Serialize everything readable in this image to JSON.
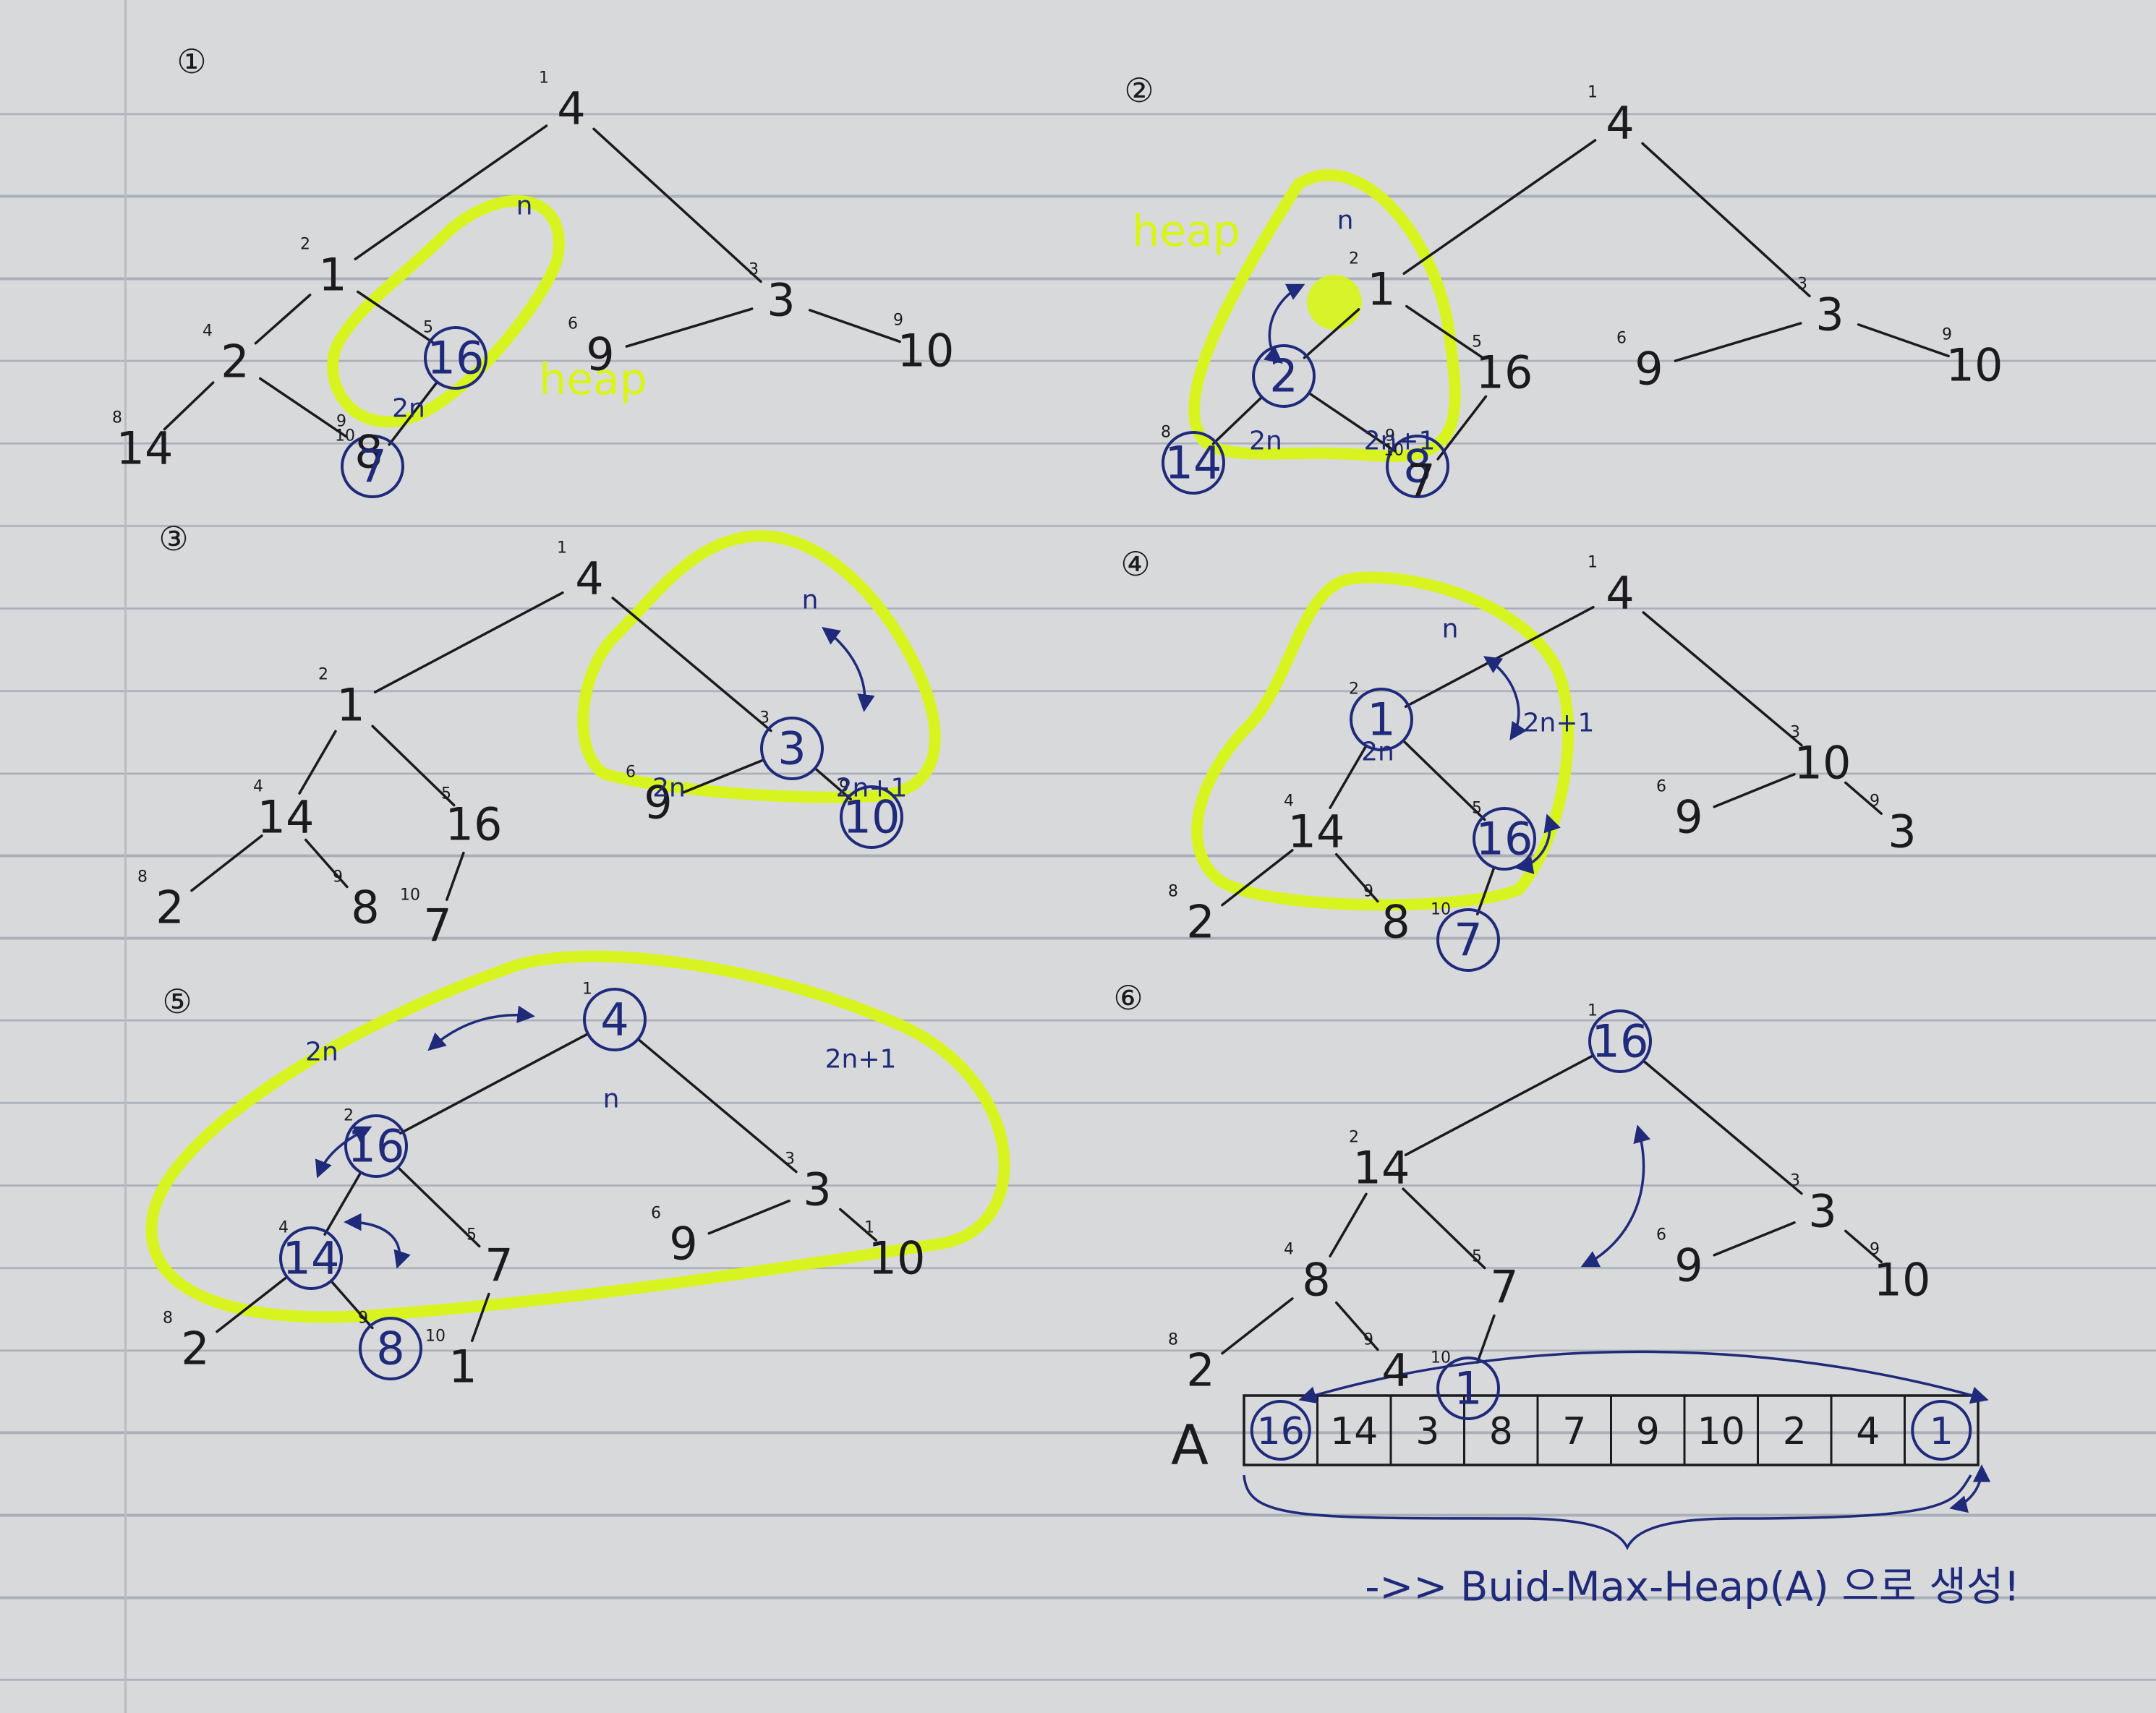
{
  "colors": {
    "ink": "#1b1b1f",
    "blue_ink": "#1f2a7a",
    "highlighter": "#d8f516"
  },
  "panels": [
    {
      "label": "①",
      "nodes": [
        {
          "i": "1",
          "v": "4"
        },
        {
          "i": "2",
          "v": "1"
        },
        {
          "i": "3",
          "v": "3"
        },
        {
          "i": "4",
          "v": "2"
        },
        {
          "i": "5",
          "v": "16"
        },
        {
          "i": "6",
          "v": "9"
        },
        {
          "i": "9",
          "v": "10"
        },
        {
          "i": "8",
          "v": "14"
        },
        {
          "i": "9",
          "v": "8"
        },
        {
          "i": "10",
          "v": "7"
        }
      ],
      "notes": [
        "n",
        "2n",
        "heap"
      ]
    },
    {
      "label": "②",
      "nodes": [
        {
          "i": "1",
          "v": "4"
        },
        {
          "i": "2",
          "v": "1"
        },
        {
          "i": "3",
          "v": "3"
        },
        {
          "i": "",
          "v": "2"
        },
        {
          "i": "5",
          "v": "16"
        },
        {
          "i": "6",
          "v": "9"
        },
        {
          "i": "9",
          "v": "10"
        },
        {
          "i": "8",
          "v": "14"
        },
        {
          "i": "9",
          "v": "8"
        },
        {
          "i": "10",
          "v": "7"
        }
      ],
      "notes": [
        "n",
        "2n",
        "2n+1",
        "heap"
      ]
    },
    {
      "label": "③",
      "nodes": [
        {
          "i": "1",
          "v": "4"
        },
        {
          "i": "2",
          "v": "1"
        },
        {
          "i": "3",
          "v": "3"
        },
        {
          "i": "4",
          "v": "14"
        },
        {
          "i": "5",
          "v": "16"
        },
        {
          "i": "6",
          "v": "9"
        },
        {
          "i": "9",
          "v": "10"
        },
        {
          "i": "8",
          "v": "2"
        },
        {
          "i": "9",
          "v": "8"
        },
        {
          "i": "10",
          "v": "7"
        }
      ],
      "notes": [
        "n",
        "2n",
        "2n+1"
      ]
    },
    {
      "label": "④",
      "nodes": [
        {
          "i": "1",
          "v": "4"
        },
        {
          "i": "2",
          "v": "1"
        },
        {
          "i": "3",
          "v": "10"
        },
        {
          "i": "4",
          "v": "14"
        },
        {
          "i": "5",
          "v": "16"
        },
        {
          "i": "6",
          "v": "9"
        },
        {
          "i": "9",
          "v": "3"
        },
        {
          "i": "8",
          "v": "2"
        },
        {
          "i": "9",
          "v": "8"
        },
        {
          "i": "10",
          "v": "7"
        }
      ],
      "notes": [
        "n",
        "2n",
        "2n+1"
      ]
    },
    {
      "label": "⑤",
      "nodes": [
        {
          "i": "1",
          "v": "4"
        },
        {
          "i": "2",
          "v": "16"
        },
        {
          "i": "3",
          "v": "3"
        },
        {
          "i": "4",
          "v": "14"
        },
        {
          "i": "5",
          "v": "7"
        },
        {
          "i": "6",
          "v": "9"
        },
        {
          "i": "1",
          "v": "10"
        },
        {
          "i": "8",
          "v": "2"
        },
        {
          "i": "9",
          "v": "8"
        },
        {
          "i": "10",
          "v": "1"
        }
      ],
      "notes": [
        "n",
        "2n",
        "2n+1"
      ]
    },
    {
      "label": "⑥",
      "nodes": [
        {
          "i": "1",
          "v": "16"
        },
        {
          "i": "2",
          "v": "14"
        },
        {
          "i": "3",
          "v": "3"
        },
        {
          "i": "4",
          "v": "8"
        },
        {
          "i": "5",
          "v": "7"
        },
        {
          "i": "6",
          "v": "9"
        },
        {
          "i": "9",
          "v": "10"
        },
        {
          "i": "8",
          "v": "2"
        },
        {
          "i": "9",
          "v": "4"
        },
        {
          "i": "10",
          "v": "1"
        }
      ],
      "notes": []
    }
  ],
  "array": {
    "label": "A",
    "cells": [
      "16",
      "14",
      "3",
      "8",
      "7",
      "9",
      "10",
      "2",
      "4",
      "1"
    ],
    "caption": "->> Buid-Max-Heap(A) 으로 생성!"
  }
}
